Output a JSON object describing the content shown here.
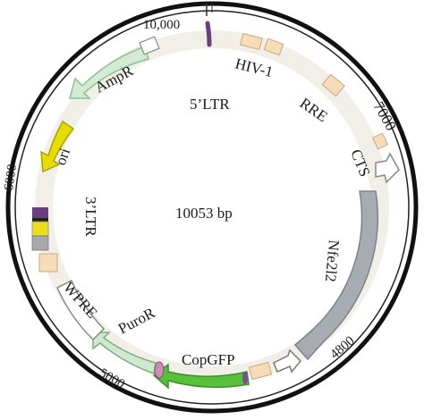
{
  "plasmid": {
    "size_label": "10053 bp",
    "inner_labels": {
      "ltr5": "5’LTR",
      "ltr3": "3’LTR"
    },
    "position_labels": {
      "p10000": "10,000",
      "p7000": "7000",
      "p6000": "6000",
      "p5000": "5000",
      "p4800": "4800"
    }
  },
  "features": {
    "hiv1": "HIV-1",
    "rre": "RRE",
    "cts": "CTS",
    "nfe2l2": "Nfe2l2",
    "copgfp": "CopGFP",
    "puror": "PuroR",
    "wpre": "WPRE",
    "ori": "ori",
    "ampr": "AmpR"
  },
  "colors": {
    "ring": "#111111",
    "backbone": "#f1ede6",
    "nfe2l2": "#a7acb2",
    "copgfp": "#5cc43c",
    "puror": "#cfe8cf",
    "ampr": "#d2ebd2",
    "ori": "#e8e000",
    "hiv1": "#f6ddb8",
    "purple_mark": "#7a4e8e"
  }
}
